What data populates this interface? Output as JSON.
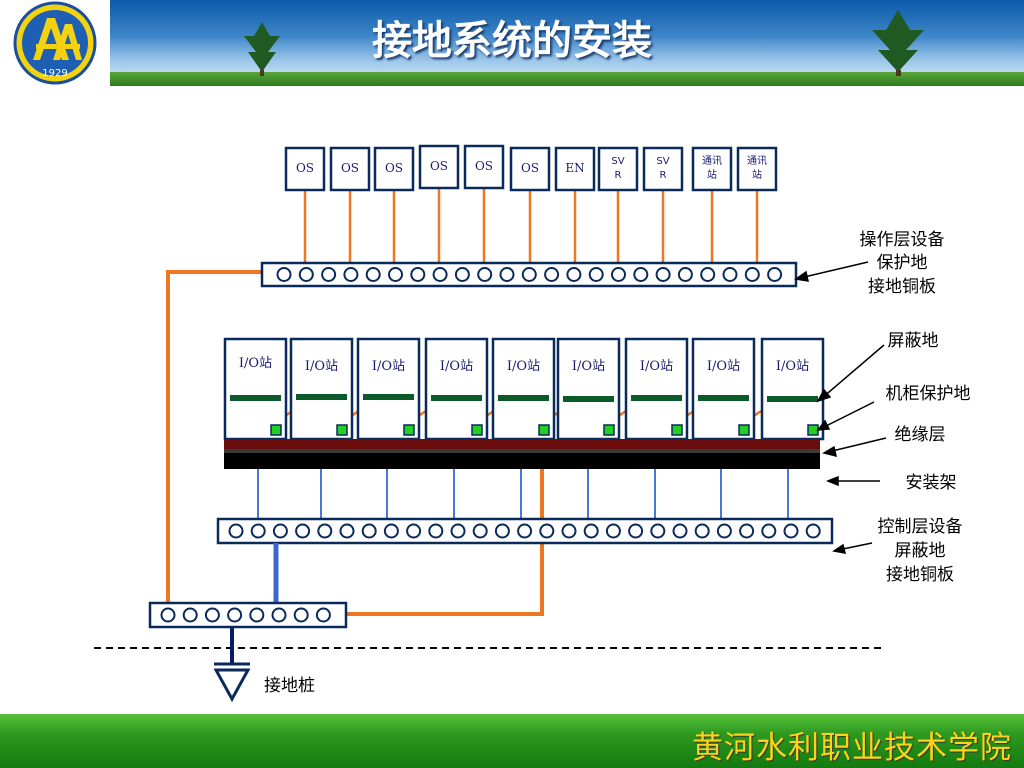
{
  "header": {
    "title": "接地系统的安装",
    "logo_year": "1929"
  },
  "footer": {
    "institution": "黄河水利职业技术学院"
  },
  "operator_stations": [
    {
      "label": "OS"
    },
    {
      "label": "OS"
    },
    {
      "label": "OS"
    },
    {
      "label": "OS"
    },
    {
      "label": "OS"
    },
    {
      "label": "OS"
    },
    {
      "label": "EN"
    },
    {
      "label": "SVR"
    },
    {
      "label": "SVR"
    },
    {
      "label": "通讯站"
    },
    {
      "label": "通讯站"
    }
  ],
  "io_stations": [
    {
      "label": "I/O站"
    },
    {
      "label": "I/O站"
    },
    {
      "label": "I/O站"
    },
    {
      "label": "I/O站"
    },
    {
      "label": "I/O站"
    },
    {
      "label": "I/O站"
    },
    {
      "label": "I/O站"
    },
    {
      "label": "I/O站"
    },
    {
      "label": "I/O站"
    }
  ],
  "labels": {
    "operator_plate": [
      "操作层设备",
      "保护地",
      "接地铜板"
    ],
    "shield_ground": "屏蔽地",
    "cabinet_ground": "机柜保护地",
    "insulation": "绝缘层",
    "mount_rack": "安装架",
    "control_plate": [
      "控制层设备",
      "屏蔽地",
      "接地铜板"
    ],
    "ground_pile": "接地桩"
  },
  "colors": {
    "orange": "#ee7722",
    "navy": "#0a2a5c",
    "blue_link": "#4a78d8",
    "accent_green": "#1aa22a",
    "bar_dark": "#6a0c0c"
  }
}
